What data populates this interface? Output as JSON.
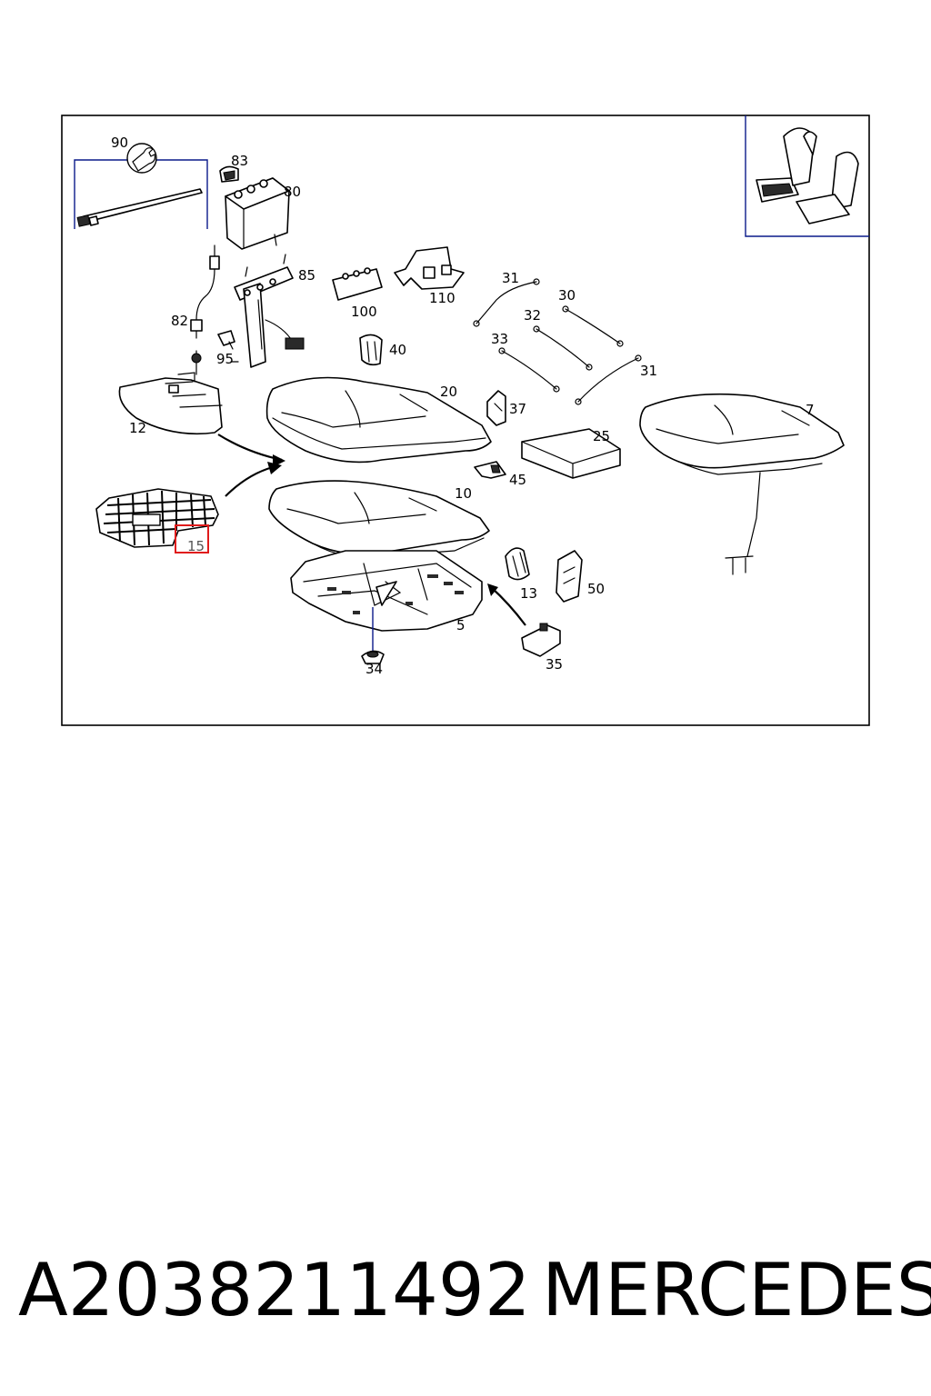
{
  "callouts": {
    "c90": "90",
    "c83": "83",
    "c80": "80",
    "c85": "85",
    "c82": "82",
    "c95": "95",
    "c100": "100",
    "c110": "110",
    "c40": "40",
    "c31a": "31",
    "c30": "30",
    "c32": "32",
    "c33": "33",
    "c31b": "31",
    "c20": "20",
    "c37": "37",
    "c12": "12",
    "c7": "7",
    "c25": "25",
    "c45": "45",
    "c10": "10",
    "c15": "15",
    "c13": "13",
    "c50": "50",
    "c5": "5",
    "c34": "34",
    "c35": "35"
  },
  "highlighted_callout": "15",
  "colors": {
    "highlight": "#e01b1b",
    "leader": "#0a1a8a"
  },
  "footer": {
    "part_number": "A2038211492",
    "brand": "MERCEDES"
  }
}
